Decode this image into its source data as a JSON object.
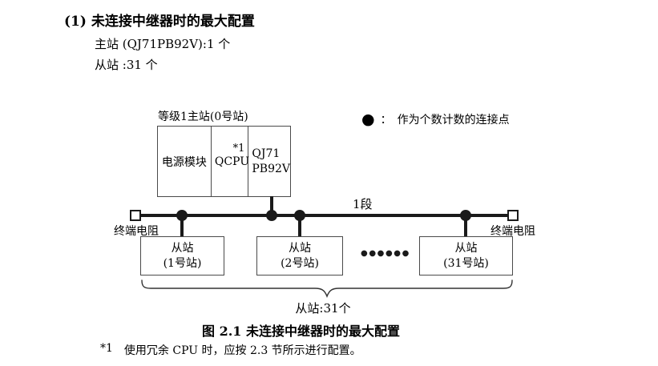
{
  "header": {
    "heading": "(1) 未连接中继器时的最大配置",
    "master_line": "主站 (QJ71PB92V):1 个",
    "slave_line": "从站 :31 个"
  },
  "diagram": {
    "master_label": "等级1主站(0号站)",
    "master_modules": {
      "power": "电源模块",
      "cpu": "QCPU",
      "cpu_note": "*1",
      "network_line1": "QJ71",
      "network_line2": "PB92V"
    },
    "legend": {
      "symbol": "●",
      "colon": "：",
      "text": "作为个数计数的连接点"
    },
    "segment_label": "1段",
    "terminator_left": "终端电阻",
    "terminator_right": "终端电阻",
    "slaves": [
      {
        "line1": "从站",
        "line2": "(1号站)"
      },
      {
        "line1": "从站",
        "line2": "(2号站)"
      },
      {
        "line1": "从站",
        "line2": "(31号站)"
      }
    ],
    "ellipsis": "●●●●●●",
    "brace_label": "从站:31个"
  },
  "figure": {
    "caption": "图 2.1 未连接中继器时的最大配置"
  },
  "footnote": {
    "marker": "*1",
    "text": "使用冗余 CPU 时，应按 2.3 节所示进行配置。"
  },
  "colors": {
    "text": "#000000",
    "line": "#1a1a1a",
    "box_border": "#4a4a4a",
    "bg": "#ffffff"
  }
}
